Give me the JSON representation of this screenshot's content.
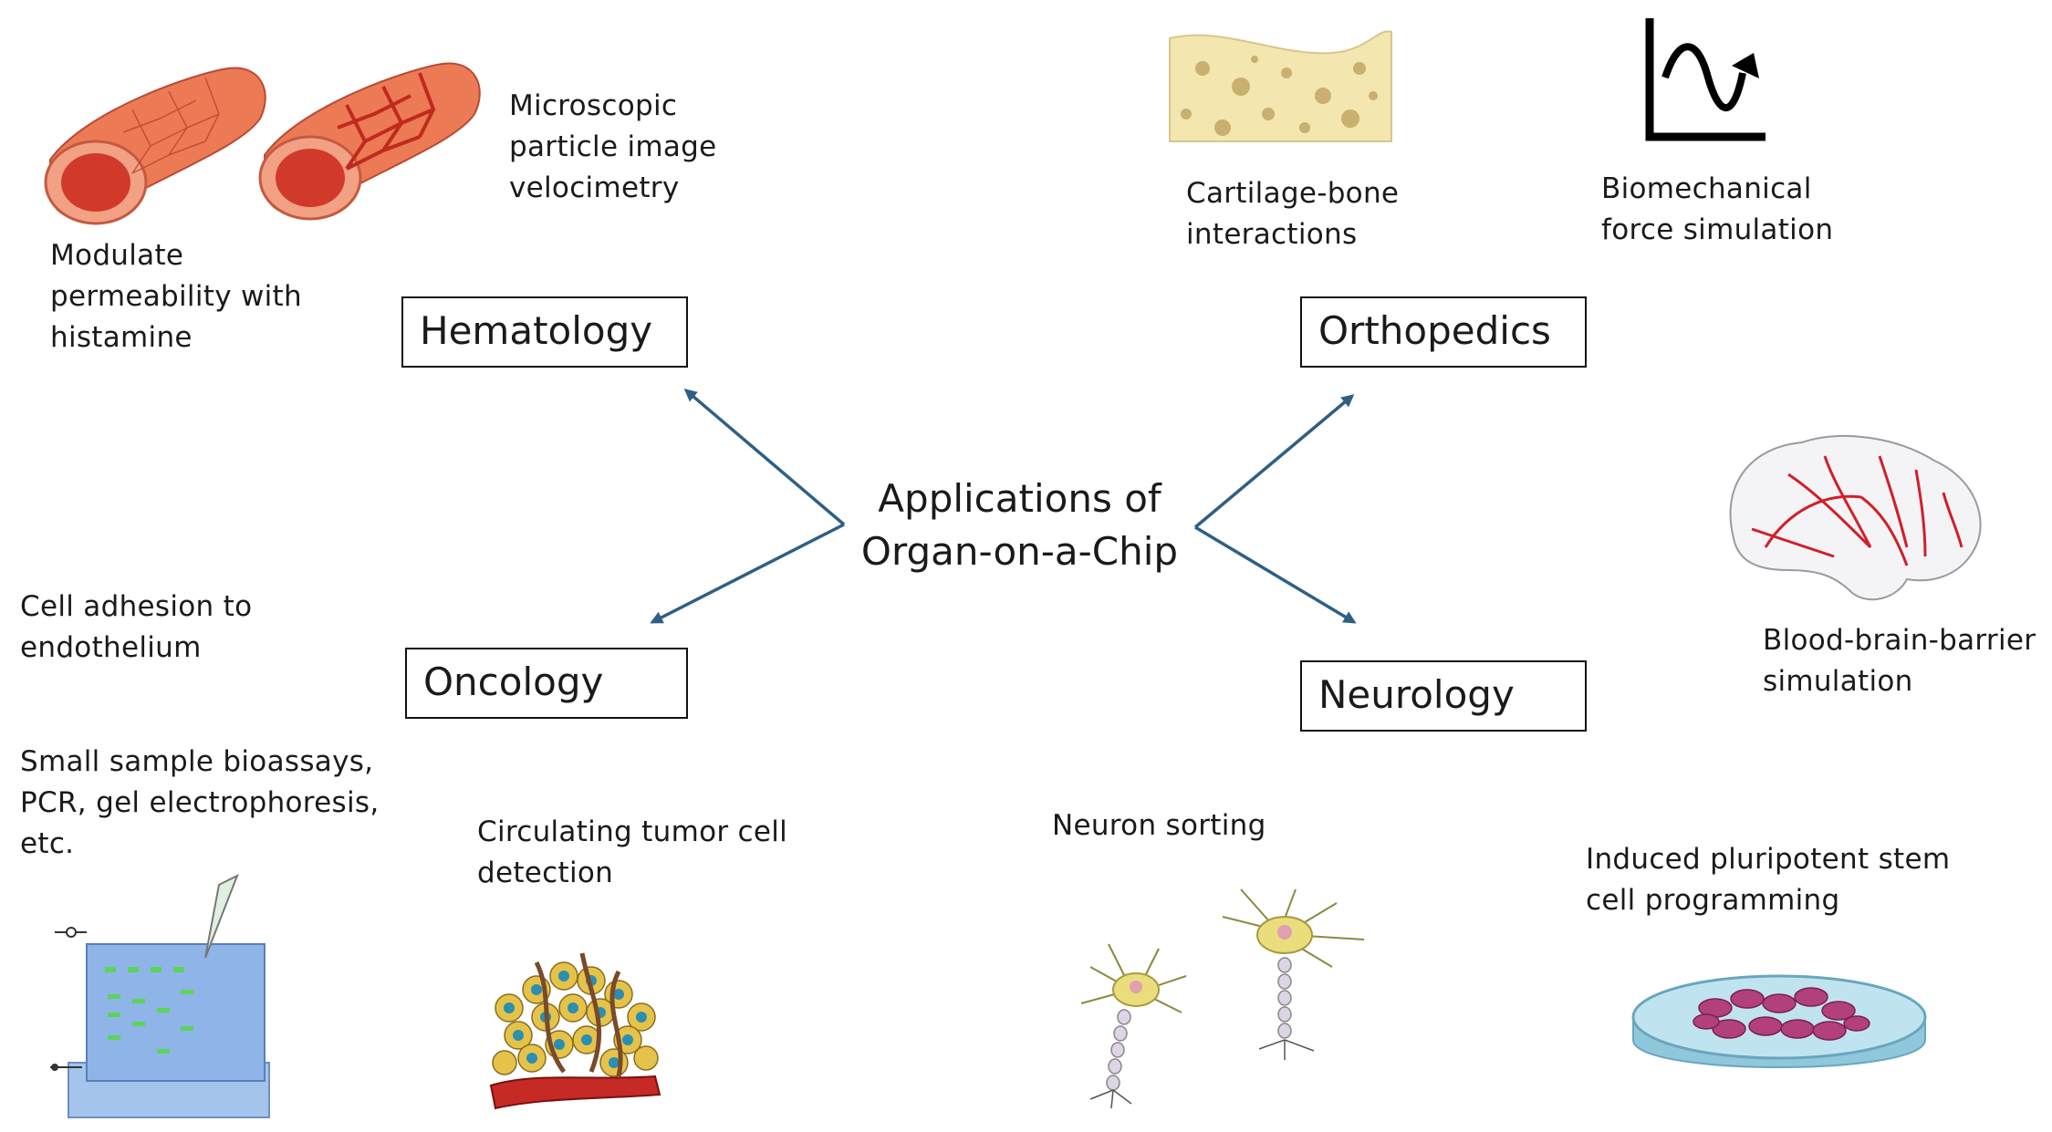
{
  "center": {
    "line1": "Applications of",
    "line2": "Organ-on-a-Chip"
  },
  "categories": {
    "hematology": "Hematology",
    "orthopedics": "Orthopedics",
    "oncology": "Oncology",
    "neurology": "Neurology"
  },
  "captions": {
    "piv": "Microscopic\nparticle image\nvelocimetry",
    "permeability": "Modulate\npermeability with\nhistamine",
    "cartilage": "Cartilage-bone\ninteractions",
    "biomech": "Biomechanical\nforce simulation",
    "bbb": "Blood-brain-barrier\nsimulation",
    "adhesion": "Cell adhesion to\nendothelium",
    "bioassay": "Small sample bioassays,\nPCR, gel electrophoresis,\netc.",
    "ctc": "Circulating tumor cell\ndetection",
    "neuron": "Neuron sorting",
    "ipsc": "Induced pluripotent stem\ncell programming"
  },
  "colors": {
    "arrow": "#2e5f86",
    "vessel": "#e8704f",
    "vessel_dark": "#c02a1e",
    "brain_vessel": "#d0202a",
    "cartilage": "#f3e6ae",
    "gel": "#8fb4e8",
    "gel_band": "#5cd45c",
    "dish": "#a8d8ea",
    "cell": "#b2407a",
    "neuron": "#e9dd7c"
  },
  "icons": [
    "blood-vessel-icon",
    "cartilage-bone-icon",
    "force-graph-icon",
    "brain-icon",
    "gel-electrophoresis-icon",
    "tumor-cluster-icon",
    "neuron-icon",
    "petri-dish-icon"
  ]
}
